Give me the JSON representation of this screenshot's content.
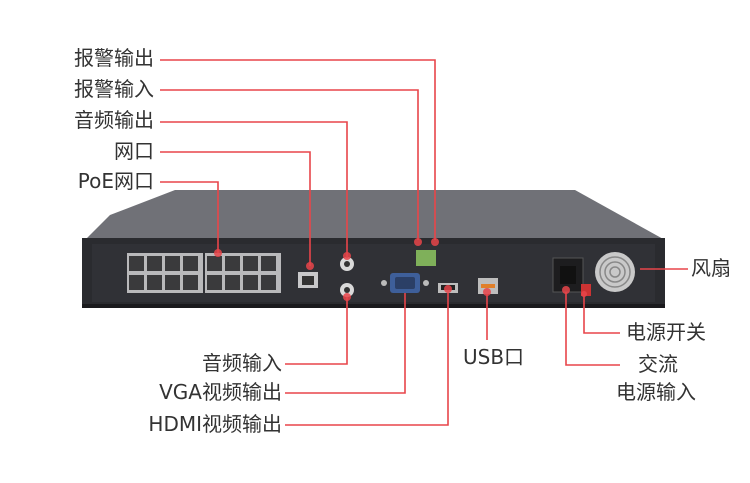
{
  "labels": {
    "alarm_out": "报警输出",
    "alarm_in": "报警输入",
    "audio_out": "音频输出",
    "network": "网口",
    "poe_network": "PoE网口",
    "audio_in": "音频输入",
    "vga_out": "VGA视频输出",
    "hdmi_out": "HDMI视频输出",
    "usb": "USB口",
    "fan": "风扇",
    "power_switch": "电源开关",
    "ac_line1": "交流",
    "ac_line2": "电源输入"
  },
  "colors": {
    "leader_line": "#e8454a",
    "chassis_top": "#6f7076",
    "chassis_back": "#2b2c30",
    "label_text": "#333333"
  }
}
